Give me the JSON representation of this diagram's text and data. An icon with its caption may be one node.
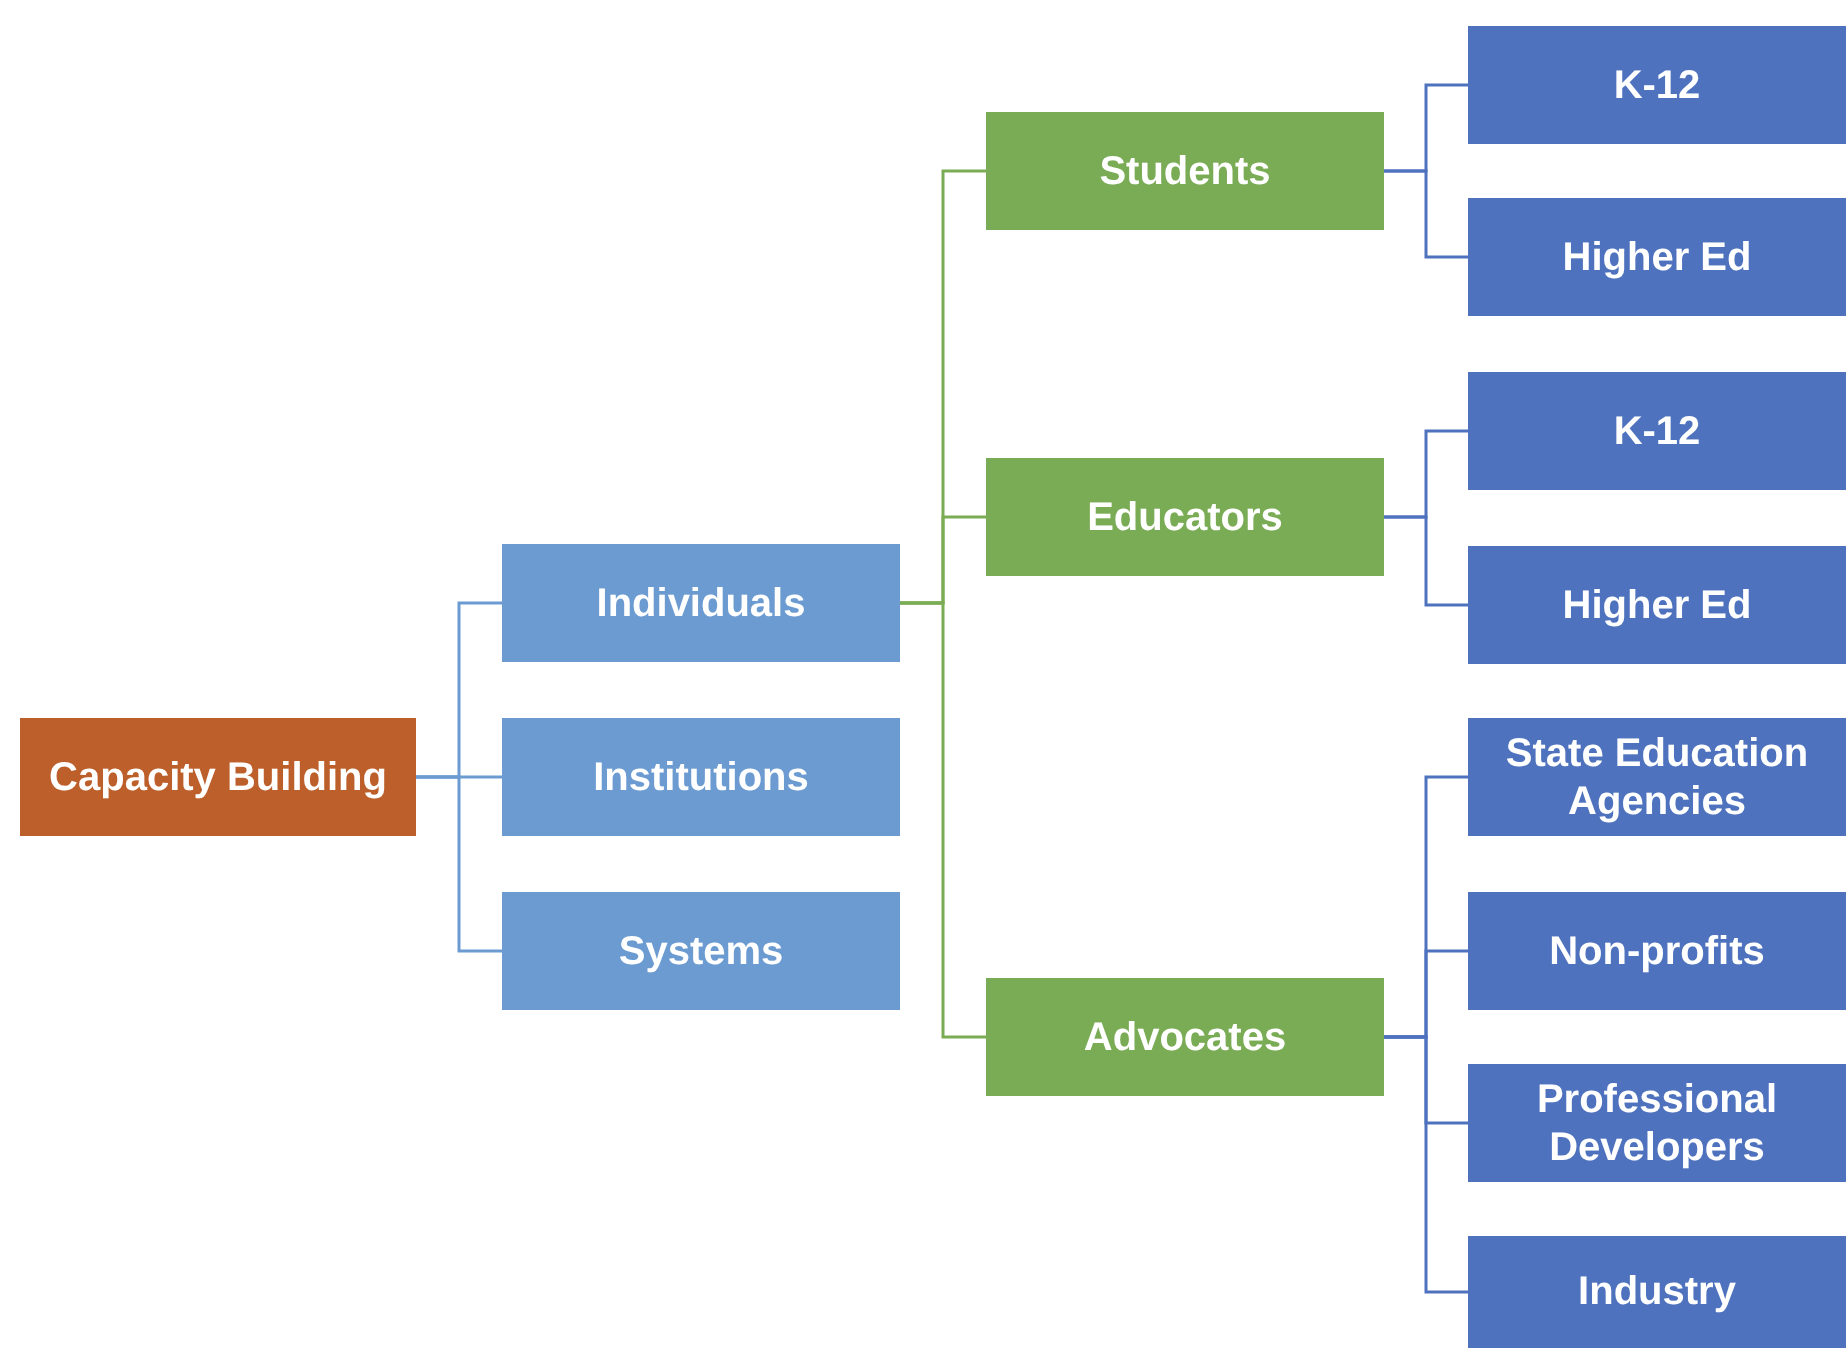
{
  "diagram": {
    "nodes": [
      {
        "text": [
          "Capacity Building"
        ]
      },
      {
        "text": [
          "Individuals"
        ]
      },
      {
        "text": [
          "Institutions"
        ]
      },
      {
        "text": [
          "Systems"
        ]
      },
      {
        "text": [
          "Students"
        ]
      },
      {
        "text": [
          "Educators"
        ]
      },
      {
        "text": [
          "Advocates"
        ]
      },
      {
        "text": [
          "K-12"
        ]
      },
      {
        "text": [
          "Higher Ed"
        ]
      },
      {
        "text": [
          "K-12"
        ]
      },
      {
        "text": [
          "Higher Ed"
        ]
      },
      {
        "text": [
          "State Education Agencies"
        ]
      },
      {
        "text": [
          "Non-profits"
        ]
      },
      {
        "text": [
          "Professional Developers"
        ]
      },
      {
        "text": [
          "Industry"
        ]
      }
    ],
    "edges": [
      {
        "from": 0,
        "to": 1,
        "arrow": "none",
        "color": "#6b9bd1"
      },
      {
        "from": 0,
        "to": 2,
        "arrow": "none",
        "color": "#6b9bd1"
      },
      {
        "from": 0,
        "to": 3,
        "arrow": "none",
        "color": "#6b9bd1"
      },
      {
        "from": 1,
        "to": 4,
        "arrow": "none",
        "color": "#7aab55"
      },
      {
        "from": 1,
        "to": 5,
        "arrow": "none",
        "color": "#7aab55"
      },
      {
        "from": 1,
        "to": 6,
        "arrow": "none",
        "color": "#7aab55"
      },
      {
        "from": 4,
        "to": 7,
        "arrow": "none"
      },
      {
        "from": 4,
        "to": 8,
        "arrow": "none"
      },
      {
        "from": 5,
        "to": 9,
        "arrow": "none"
      },
      {
        "from": 5,
        "to": 10,
        "arrow": "none"
      },
      {
        "from": 6,
        "to": 11,
        "arrow": "none"
      },
      {
        "from": 6,
        "to": 12,
        "arrow": "none"
      },
      {
        "from": 6,
        "to": 13,
        "arrow": "none"
      },
      {
        "from": 6,
        "to": 14,
        "arrow": "none"
      }
    ]
  }
}
